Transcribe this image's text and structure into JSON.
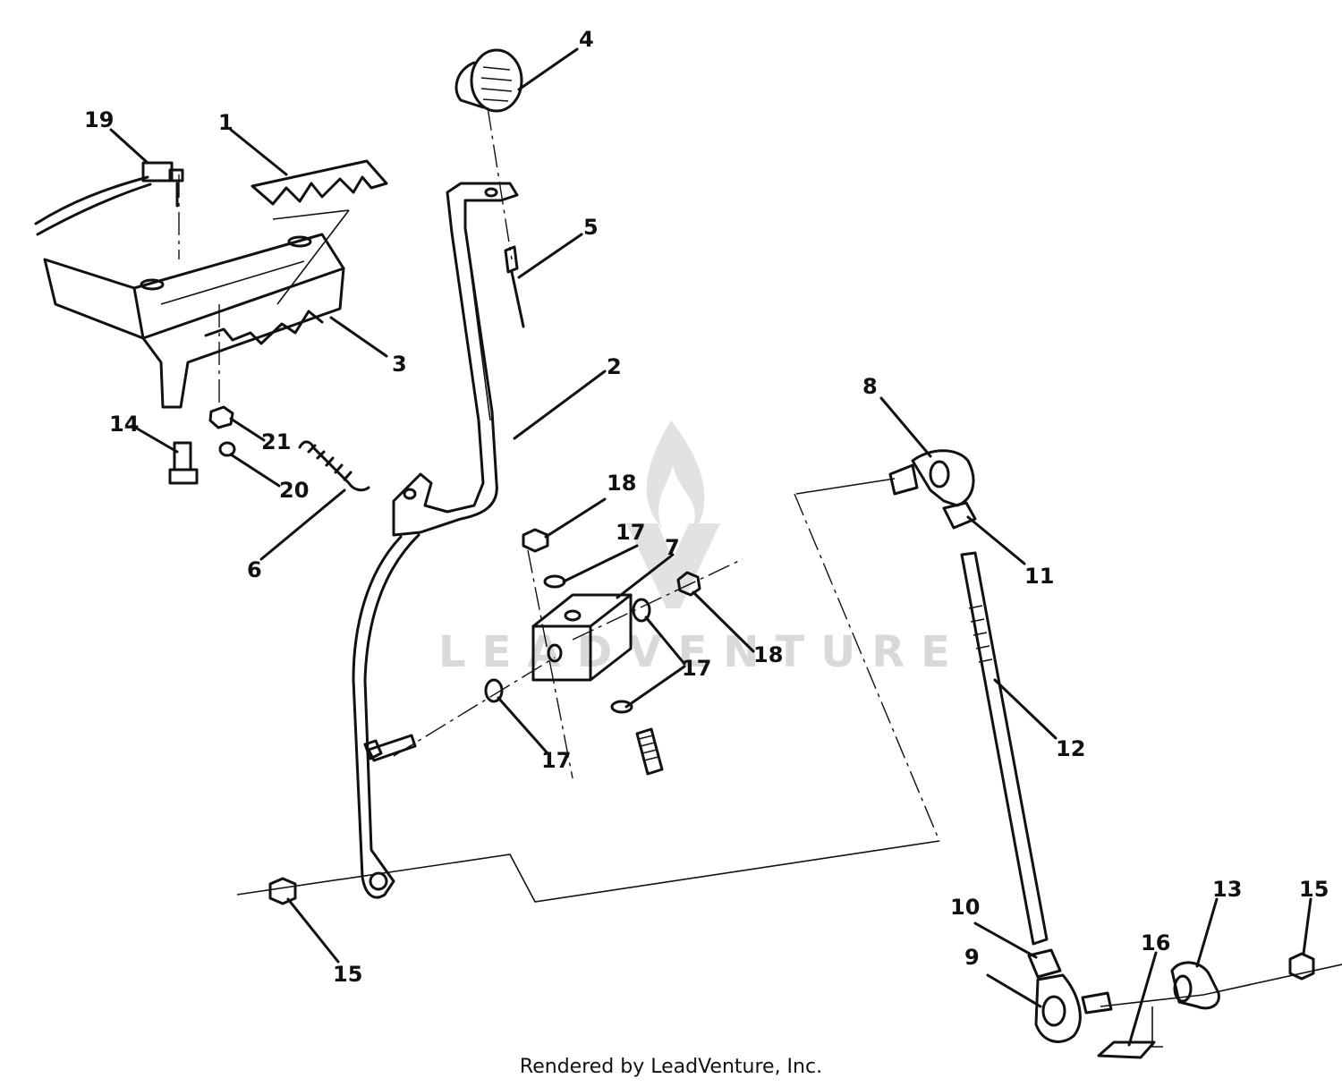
{
  "watermark": {
    "text": "LEADVENTURE",
    "color": "#d9d9d9"
  },
  "footer": {
    "text": "Rendered by LeadVenture, Inc."
  },
  "callouts": [
    {
      "id": "c1",
      "label": "1"
    },
    {
      "id": "c2",
      "label": "2"
    },
    {
      "id": "c3",
      "label": "3"
    },
    {
      "id": "c4",
      "label": "4"
    },
    {
      "id": "c5",
      "label": "5"
    },
    {
      "id": "c6",
      "label": "6"
    },
    {
      "id": "c7",
      "label": "7"
    },
    {
      "id": "c8",
      "label": "8"
    },
    {
      "id": "c9",
      "label": "9"
    },
    {
      "id": "c10",
      "label": "10"
    },
    {
      "id": "c11",
      "label": "11"
    },
    {
      "id": "c12",
      "label": "12"
    },
    {
      "id": "c13",
      "label": "13"
    },
    {
      "id": "c14",
      "label": "14"
    },
    {
      "id": "c15a",
      "label": "15"
    },
    {
      "id": "c15b",
      "label": "15"
    },
    {
      "id": "c16",
      "label": "16"
    },
    {
      "id": "c17a",
      "label": "17"
    },
    {
      "id": "c17b",
      "label": "17"
    },
    {
      "id": "c17c",
      "label": "17"
    },
    {
      "id": "c18a",
      "label": "18"
    },
    {
      "id": "c18b",
      "label": "18"
    },
    {
      "id": "c19",
      "label": "19"
    },
    {
      "id": "c20",
      "label": "20"
    },
    {
      "id": "c21",
      "label": "21"
    }
  ]
}
